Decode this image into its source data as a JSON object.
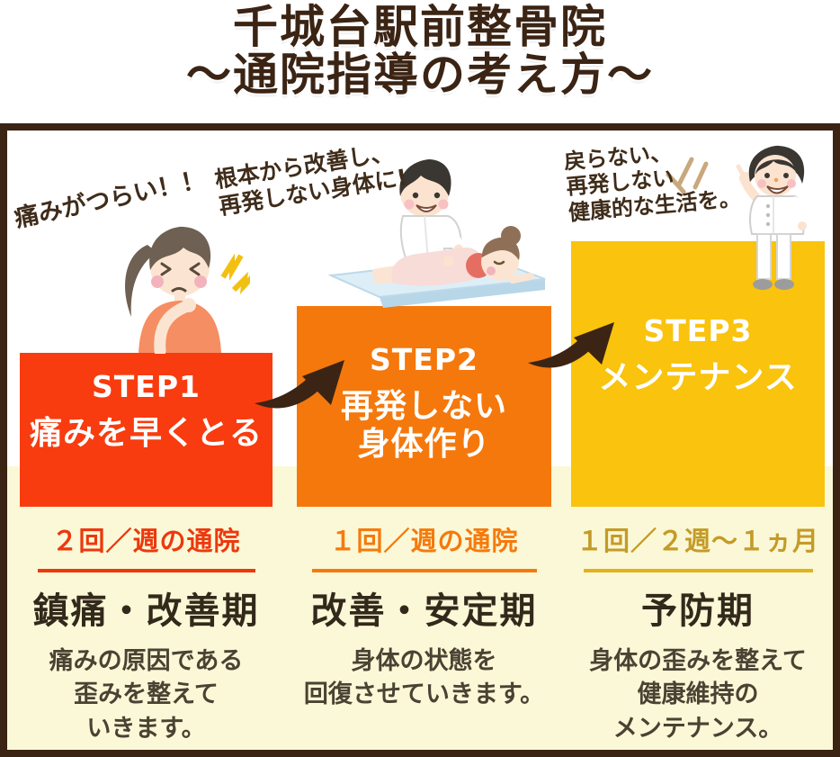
{
  "title": {
    "line1": "千城台駅前整骨院",
    "line2": "～通院指導の考え方～"
  },
  "steps": [
    {
      "bubble": "痛みがつらい！！",
      "label": "STEP1",
      "block_text": "痛みを早くとる",
      "frequency": "２回／週の通院",
      "phase": "鎮痛・改善期",
      "description": "痛みの原因である\n歪みを整えて\nいきます。"
    },
    {
      "bubble": "根本から改善し、\n再発しない身体に!",
      "label": "STEP2",
      "block_text": "再発しない\n身体作り",
      "frequency": "１回／週の通院",
      "phase": "改善・安定期",
      "description": "身体の状態を\n回復させていきます。"
    },
    {
      "bubble": "戻らない、\n再発しない\n健康的な生活を。",
      "label": "STEP3",
      "block_text": "メンテナンス",
      "frequency": "１回／２週～１ヵ月",
      "phase": "予防期",
      "description": "身体の歪みを整えて\n健康維持の\nメンテナンス。"
    }
  ],
  "colors": {
    "border_brown": "#3b2414",
    "step1_block": "#f83c0f",
    "step2_block": "#f5780c",
    "step3_block": "#f9c30e",
    "panel_bottom_bg": "#fbf8d7",
    "step1_accent": "#ed380d",
    "step2_accent": "#f57a0d",
    "step3_accent": "#c49b27",
    "heading_text": "#33291b",
    "body_text": "#4a4233",
    "arrow_brown": "#3b2414",
    "lightning_yellow": "#ffd93b"
  },
  "icons": {
    "step-arrow": "curved brown swoosh arrow ↗",
    "pain-lightning": "⚡⚡",
    "emphasis-lines": "＼｜／ sparkle strokes"
  }
}
